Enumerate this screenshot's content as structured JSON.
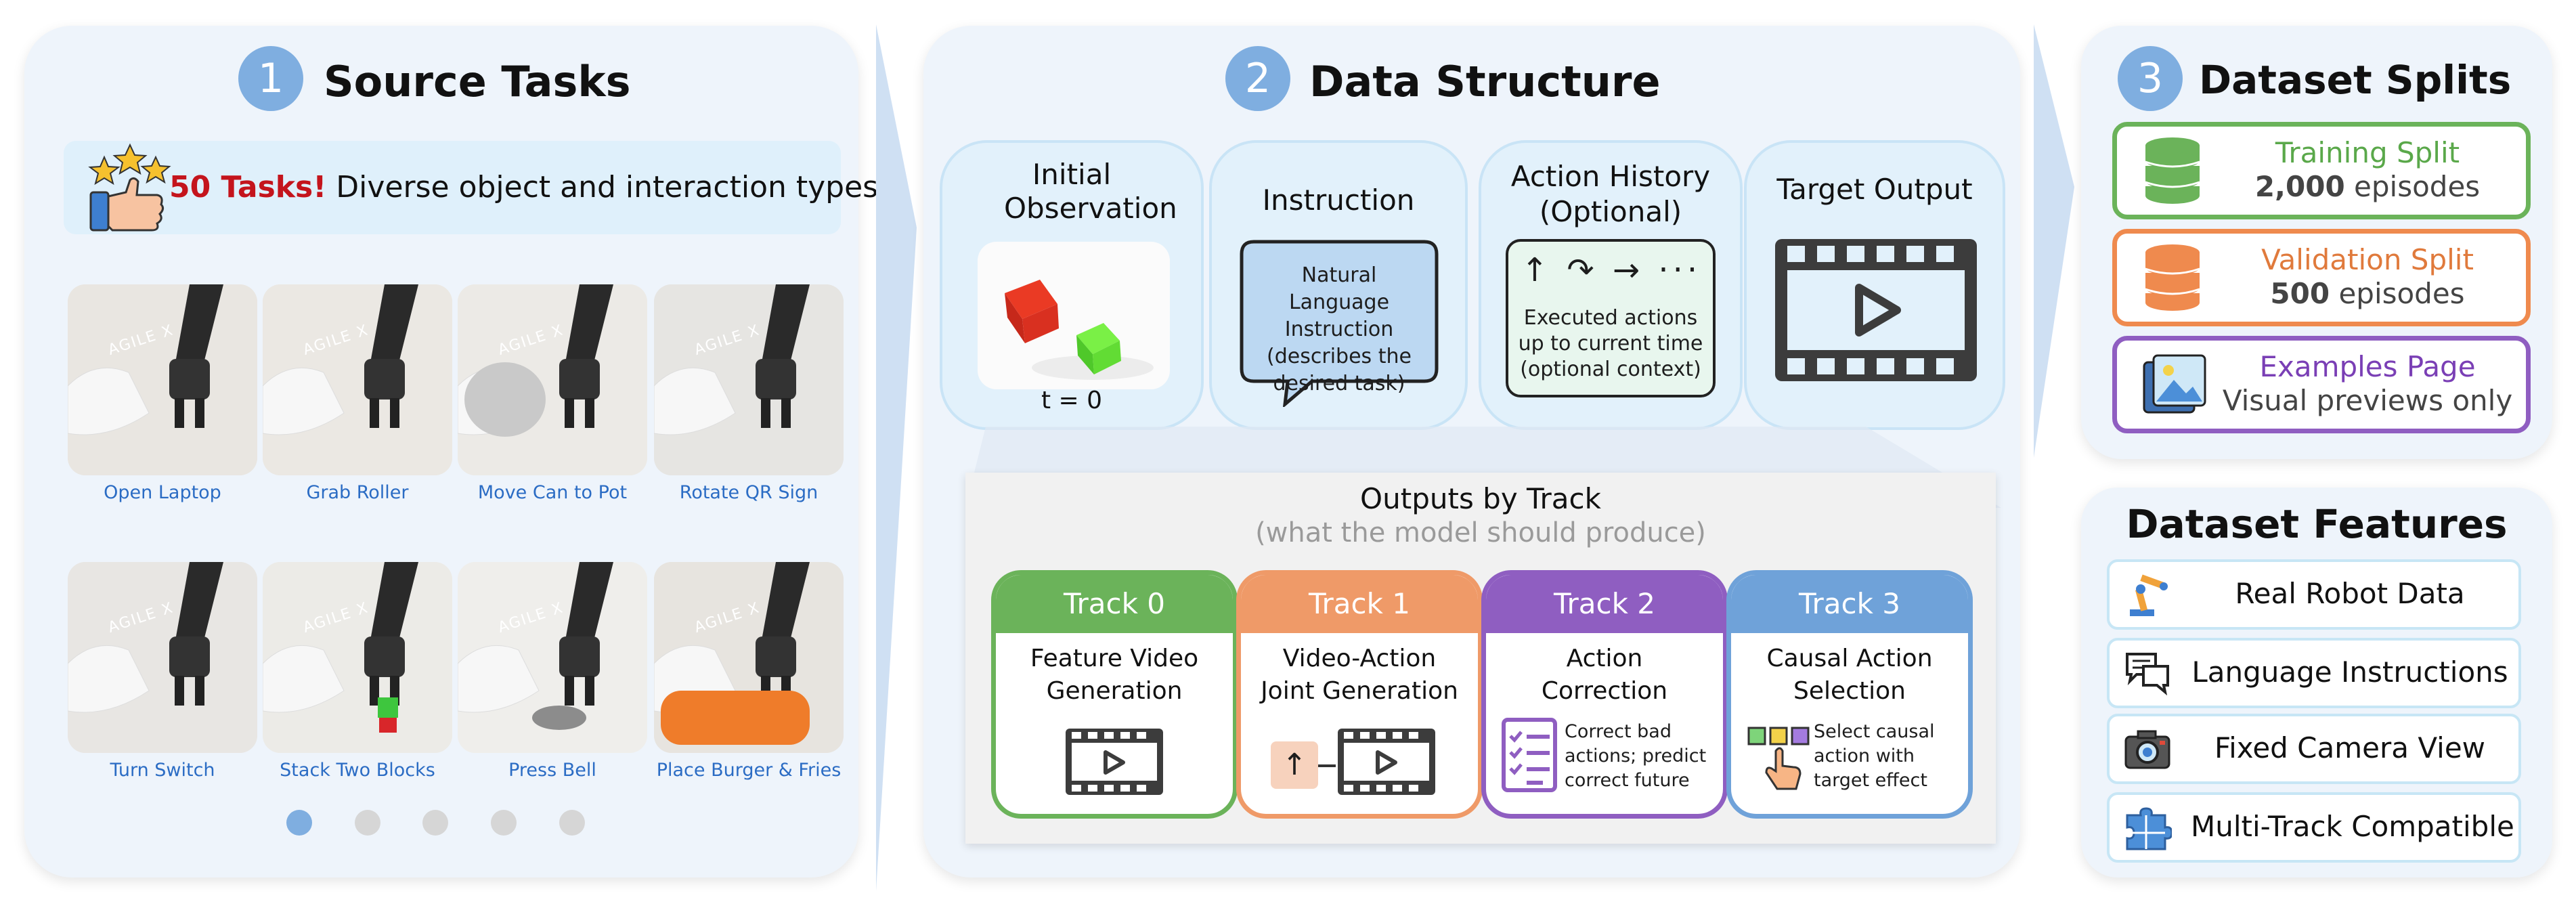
{
  "panel1": {
    "number": "1",
    "title": "Source Tasks",
    "banner_bold": "50 Tasks!",
    "banner_text": "Diverse object and interaction types",
    "tasks": [
      {
        "caption": "Open Laptop"
      },
      {
        "caption": "Grab Roller"
      },
      {
        "caption": "Move Can to Pot"
      },
      {
        "caption": "Rotate QR Sign"
      },
      {
        "caption": "Turn Switch"
      },
      {
        "caption": "Stack Two Blocks"
      },
      {
        "caption": "Press Bell"
      },
      {
        "caption": "Place Burger & Fries"
      }
    ],
    "robot_brand": "AGILE X",
    "pagination": {
      "pages": 5,
      "active_page": 1
    }
  },
  "panel2": {
    "number": "2",
    "title": "Data Structure",
    "cards": {
      "initial_title": "Initial Observation",
      "initial_caption": "t = 0",
      "instruction_title": "Instruction",
      "instruction_bubble": "Natural Language Instruction (describes the desired task)",
      "history_title": "Action History (Optional)",
      "history_arrows": "↑ ↷ → ···",
      "history_text": "Executed actions up to current time (optional context)",
      "target_title": "Target Output"
    },
    "outputs_title": "Outputs by Track",
    "outputs_subtitle": "(what the model should produce)",
    "tracks": [
      {
        "label": "Track 0",
        "line1": "Feature Video",
        "line2": "Generation",
        "color": "#6bb35a"
      },
      {
        "label": "Track 1",
        "line1": "Video-Action",
        "line2": "Joint Generation",
        "color": "#ef9a68",
        "up_icon": "↑"
      },
      {
        "label": "Track 2",
        "line1": "Action",
        "line2": "Correction",
        "note1": "Correct bad",
        "note2": "actions; predict",
        "note3": "correct future",
        "color": "#8f5ec1"
      },
      {
        "label": "Track 3",
        "line1": "Causal Action",
        "line2": "Selection",
        "note1": "Select causal",
        "note2": "action with",
        "note3": "target effect",
        "color": "#6fa2d9"
      }
    ]
  },
  "panel3": {
    "number": "3",
    "title": "Dataset Splits",
    "splits": [
      {
        "name": "Training Split",
        "count": "2,000",
        "unit": "episodes",
        "color": "#6bb35a"
      },
      {
        "name": "Validation Split",
        "count": "500",
        "unit": "episodes",
        "color": "#ef8a4e"
      },
      {
        "name": "Examples Page",
        "note": "Visual previews only",
        "color": "#8f5ec1"
      }
    ]
  },
  "features": {
    "title": "Dataset Features",
    "items": [
      "Real Robot Data",
      "Language Instructions",
      "Fixed Camera View",
      "Multi-Track Compatible"
    ]
  }
}
